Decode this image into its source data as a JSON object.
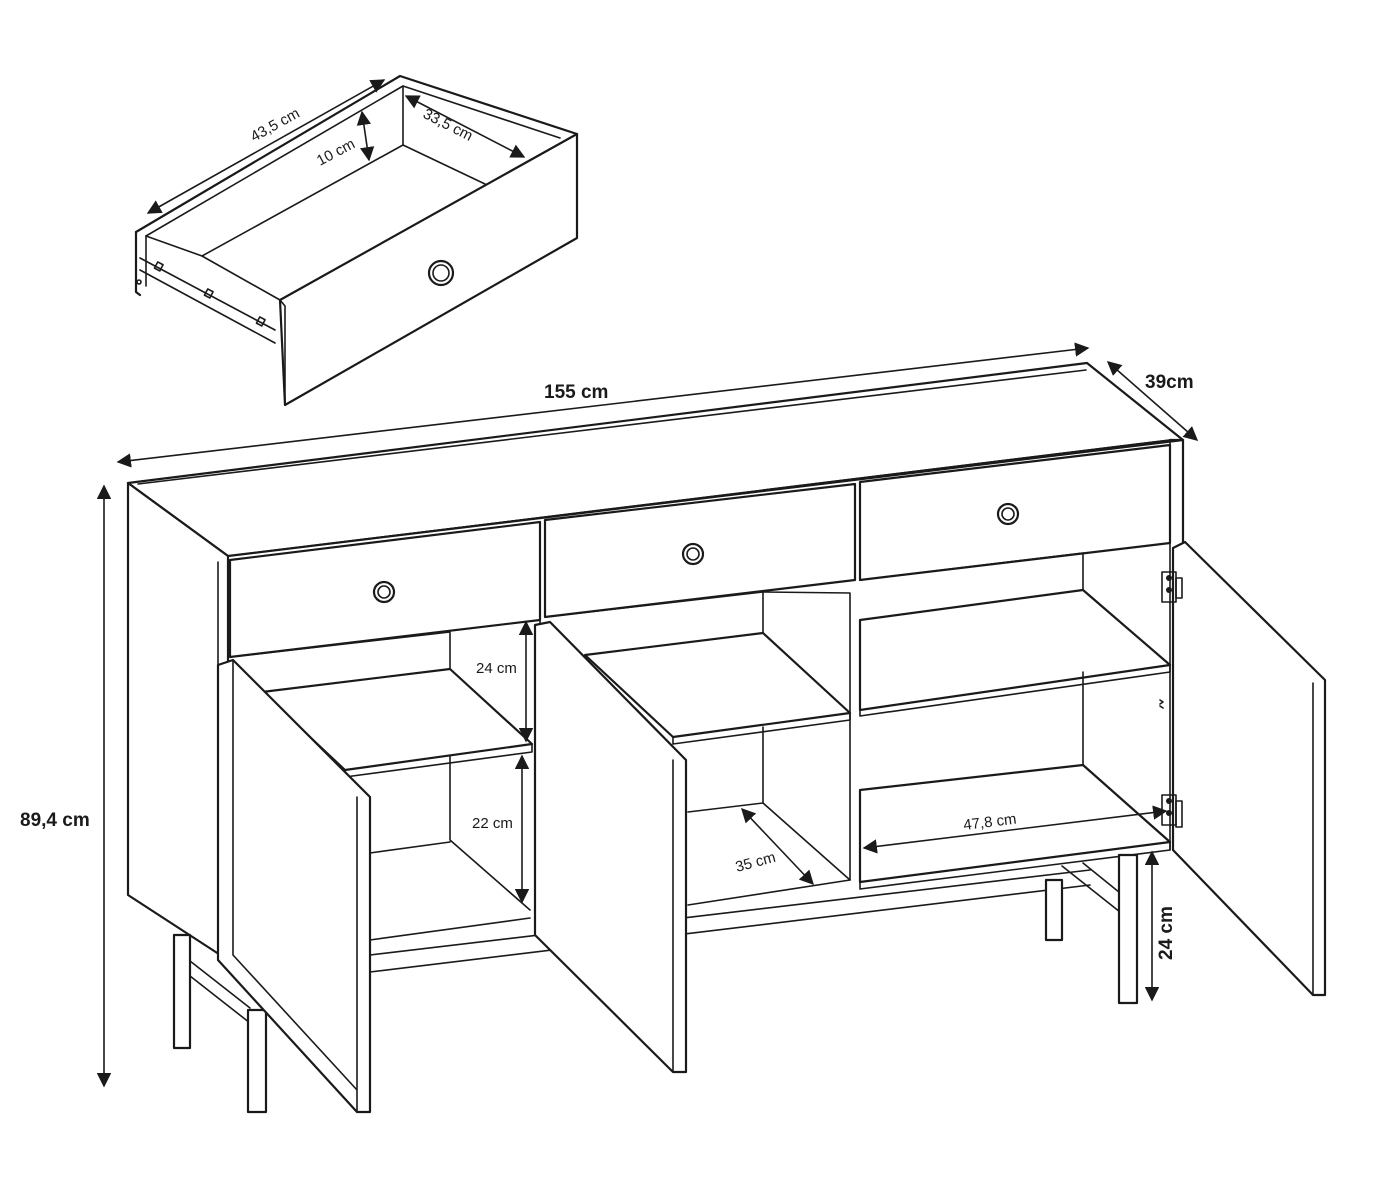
{
  "dimensions": {
    "drawer_depth": "43,5 cm",
    "drawer_inner_width": "33,5 cm",
    "drawer_height": "10 cm",
    "total_width": "155 cm",
    "total_depth": "39cm",
    "total_height": "89,4 cm",
    "upper_shelf_gap": "24 cm",
    "lower_shelf_gap": "22 cm",
    "shelf_depth": "35 cm",
    "compartment_width": "47,8 cm",
    "leg_height": "24 cm"
  },
  "colors": {
    "line": "#1a1a1a",
    "background": "#ffffff"
  }
}
